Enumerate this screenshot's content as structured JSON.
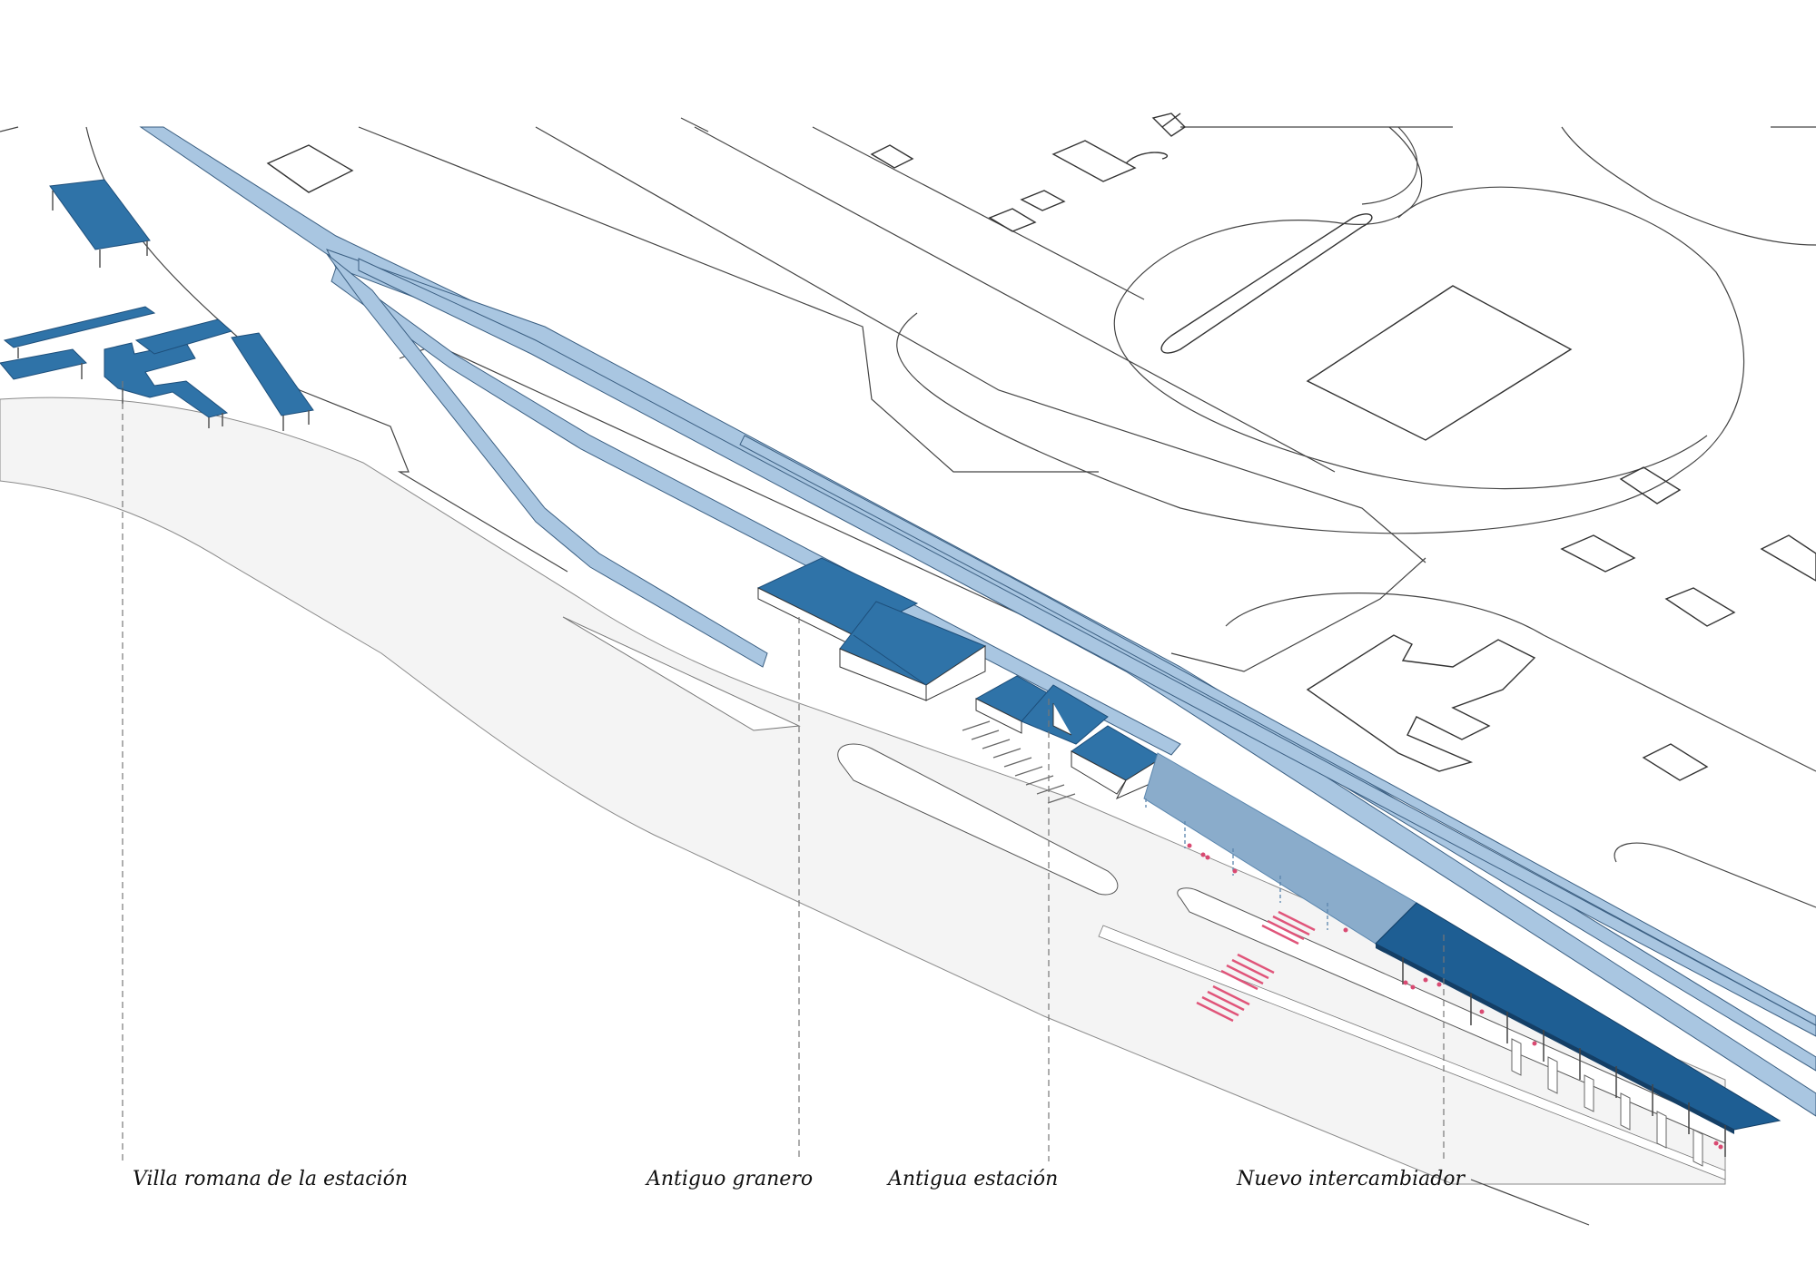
{
  "colors": {
    "roof": "#2f73a8",
    "roof_dark": "#1e5e93",
    "rail": "#a9c6e1",
    "platform_shade": "#8aaccb",
    "road": "#f3f3f3",
    "line": "#333333",
    "crosswalk": "#e0557a",
    "people": "#d94a72"
  },
  "labels": {
    "villa": "Villa romana de la estación",
    "granero": "Antiguo granero",
    "estacion": "Antigua estación",
    "intercambiador": "Nuevo intercambiador"
  }
}
